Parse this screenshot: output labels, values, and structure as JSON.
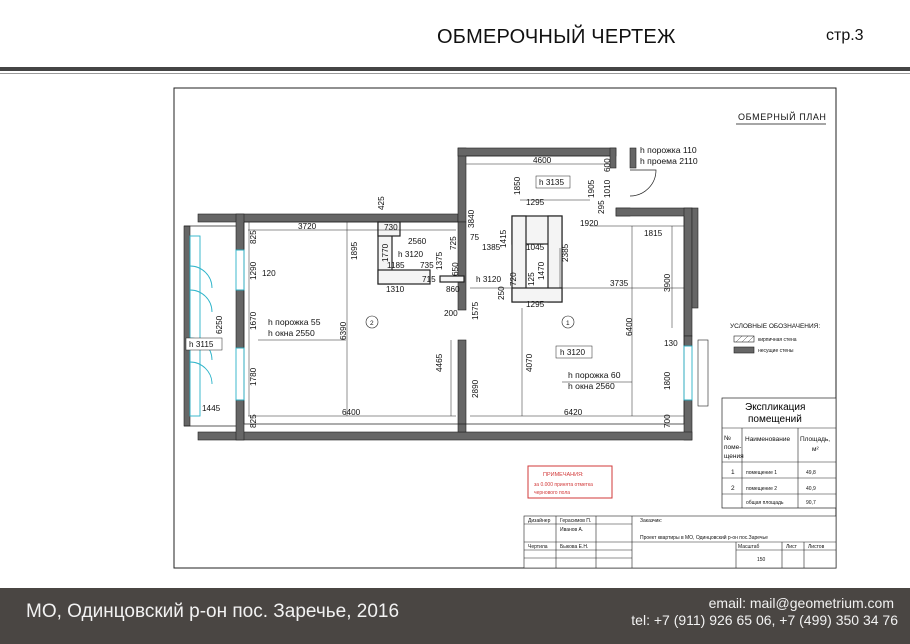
{
  "header": {
    "title": "ОБМЕРОЧНЫЙ ЧЕРТЕЖ",
    "page": "стр.3"
  },
  "plan": {
    "caption": "ОБМЕРНЫЙ ПЛАН",
    "door_note": [
      "h порожка 110",
      "h проема 2110"
    ],
    "room1": {
      "num": "1",
      "height": "h 3120",
      "threshold": "h порожка 60",
      "window": "h окна 2560"
    },
    "room2": {
      "num": "2",
      "threshold": "h порожка 55",
      "window": "h окна 2550"
    },
    "balcony_height": "h 3115",
    "h3135": "h 3135",
    "h3120a": "h 3120",
    "h3120b": "h 3120"
  },
  "dims": {
    "d4600": "4600",
    "d600": "600",
    "d1850": "1850",
    "d1905": "1905",
    "d1010": "1010",
    "d1295a": "1295",
    "d295": "295",
    "d1920": "1920",
    "d1815": "1815",
    "d3840": "3840",
    "d75": "75",
    "d1385": "1385",
    "d1415": "1415",
    "d1045": "1045",
    "d2385": "2385",
    "d3720": "3720",
    "d425": "425",
    "d730": "730",
    "d2560": "2560",
    "d1895": "1895",
    "d1770": "1770",
    "d1185": "1185",
    "d735": "735",
    "d1375": "1375",
    "d725": "725",
    "d715": "715",
    "d650": "650",
    "d860": "860",
    "d1310": "1310",
    "d250": "250",
    "d720": "720",
    "d125": "125",
    "d1470": "1470",
    "d1295b": "1295",
    "d3735": "3735",
    "d3900": "3900",
    "d825a": "825",
    "d1290": "1290",
    "d120": "120",
    "d1670": "1670",
    "d6250": "6250",
    "d6390": "6390",
    "d200": "200",
    "d1575": "1575",
    "d4465": "4465",
    "d2890": "2890",
    "d4070": "4070",
    "d6400v": "6400",
    "d130": "130",
    "d1780": "1780",
    "d1800": "1800",
    "d1445": "1445",
    "d825b": "825",
    "d6400": "6400",
    "d6420": "6420",
    "d700": "700"
  },
  "legend": {
    "title": "УСЛОВНЫЕ ОБОЗНАЧЕНИЯ:",
    "brick": "кирпичная стена",
    "bearing": "несущие стены"
  },
  "explication": {
    "title": "Экспликация помещений",
    "headers": [
      "№ поме- щения",
      "Наименование",
      "Площадь, м²"
    ],
    "rows": [
      {
        "num": "1",
        "name": "помещение 1",
        "area": "49,8"
      },
      {
        "num": "2",
        "name": "помещение 2",
        "area": "40,9"
      }
    ],
    "total_label": "общая площадь",
    "total": "90,7"
  },
  "note": {
    "title": "ПРИМЕЧАНИЯ:",
    "line1": "за 0.000 принята отметка",
    "line2": "чернового пола"
  },
  "stamp": {
    "designer_label": "Дизайнер",
    "designer": "Герасимов П.",
    "designer2": "Иванов А.",
    "drafter_label": "Чертила",
    "drafter": "Быкова Е.Н.",
    "client_label": "Заказчик:",
    "project": "Проект квартиры в МО, Одинцовский р-он пос.Заречье",
    "scale_label": "Масштаб",
    "sheet_label": "Лист",
    "sheets_label": "Листов",
    "scale": "150"
  },
  "footer": {
    "address": "МО, Одинцовский р-он пос. Заречье, 2016",
    "email": "email: mail@geometrium.com",
    "phones": "tel: +7 (911) 926 65 06,  +7 (499) 350 34 76"
  }
}
